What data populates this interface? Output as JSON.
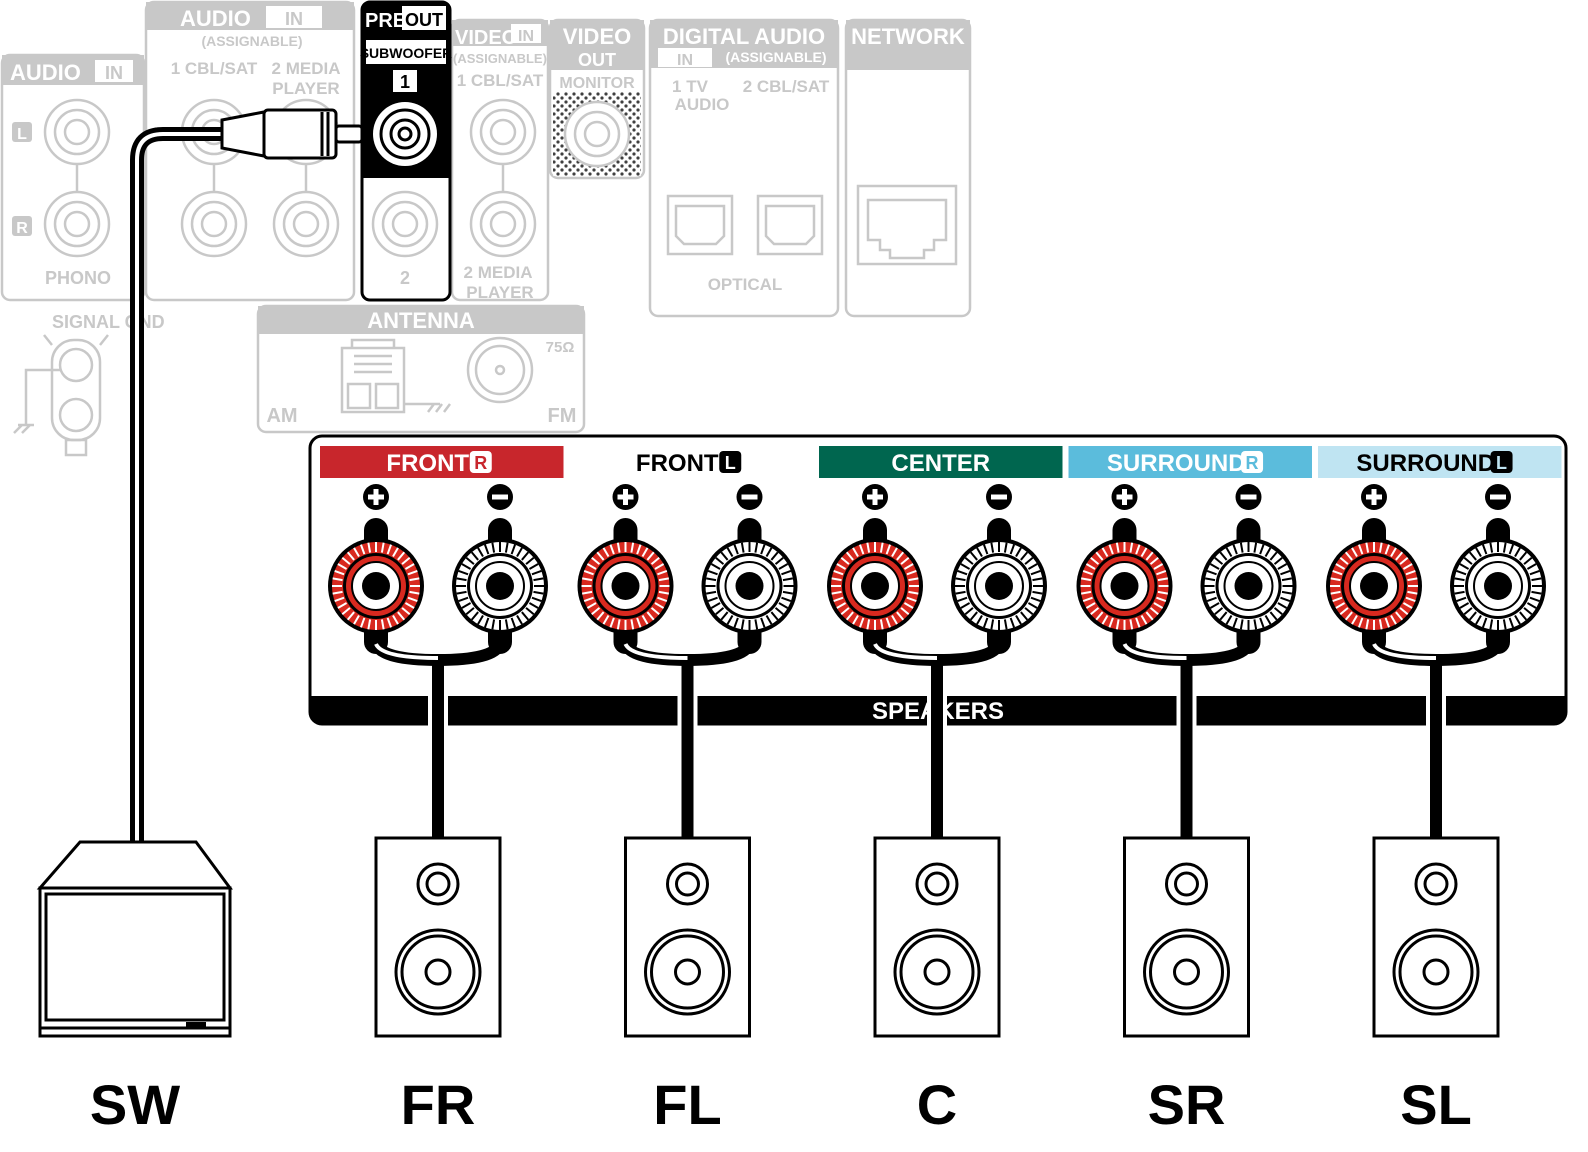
{
  "colors": {
    "panel_gray": "#c8c8c8",
    "front_r": "#c8262c",
    "front_l": "#ffffff",
    "center": "#00664f",
    "surround_r": "#5bbcdc",
    "surround_l": "#bfe4f2",
    "terminal_red": "#d8291f",
    "black": "#000000"
  },
  "rear_panel": {
    "audio_in_phono": {
      "title": "AUDIO",
      "badge": "IN",
      "left": "L",
      "right": "R",
      "label": "PHONO"
    },
    "signal_gnd": "SIGNAL GND",
    "audio_in": {
      "title": "AUDIO",
      "badge": "IN",
      "sub": "(ASSIGNABLE)",
      "col1": "1 CBL/SAT",
      "col2a": "2 MEDIA",
      "col2b": "PLAYER"
    },
    "pre_out": {
      "pre": "PRE",
      "out": "OUT",
      "sub": "SUBWOOFER",
      "num1": "1",
      "num2": "2"
    },
    "video_in": {
      "title": "VIDEO",
      "badge": "IN",
      "sub": "(ASSIGNABLE)",
      "col1": "1 CBL/SAT",
      "col2a": "2 MEDIA",
      "col2b": "PLAYER"
    },
    "video_out": {
      "title": "VIDEO",
      "badge": "OUT",
      "sub": "MONITOR"
    },
    "digital_audio": {
      "title": "DIGITAL AUDIO",
      "badge": "IN",
      "sub": "(ASSIGNABLE)",
      "col1a": "1   TV",
      "col1b": "AUDIO",
      "col2": "2 CBL/SAT",
      "label": "OPTICAL"
    },
    "network": {
      "title": "NETWORK"
    },
    "antenna": {
      "title": "ANTENNA",
      "am": "AM",
      "fm": "FM",
      "ohm": "75Ω"
    }
  },
  "speaker_panel": {
    "label": "SPEAKERS",
    "plus": "+",
    "minus": "−",
    "channels": [
      {
        "name": "FRONT",
        "badge": "R",
        "color": "#c8262c",
        "text_color": "#ffffff",
        "badge_text": "#c8262c"
      },
      {
        "name": "FRONT",
        "badge": "L",
        "color": "#ffffff",
        "text_color": "#000000",
        "badge_text": "#ffffff"
      },
      {
        "name": "CENTER",
        "badge": "",
        "color": "#00664f",
        "text_color": "#ffffff",
        "badge_text": "#00664f"
      },
      {
        "name": "SURROUND",
        "badge": "R",
        "color": "#5bbcdc",
        "text_color": "#ffffff",
        "badge_text": "#5bbcdc"
      },
      {
        "name": "SURROUND",
        "badge": "L",
        "color": "#bfe4f2",
        "text_color": "#000000",
        "badge_text": "#bfe4f2"
      }
    ]
  },
  "speakers": {
    "subwoofer": "SW",
    "labels": [
      "FR",
      "FL",
      "C",
      "SR",
      "SL"
    ]
  }
}
